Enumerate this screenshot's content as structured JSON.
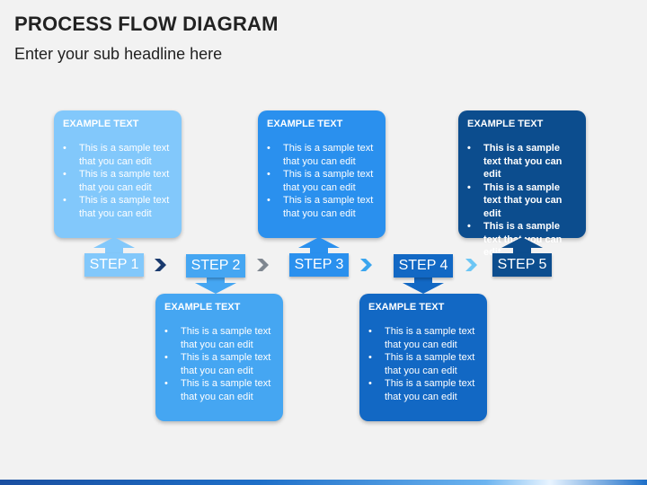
{
  "header": {
    "title": "PROCESS FLOW DIAGRAM",
    "subtitle": "Enter your sub headline here"
  },
  "colors": {
    "step1": "#7cc4fa",
    "step2": "#42a4f0",
    "step3": "#1e88e5",
    "step4": "#0d64c0",
    "step5": "#0a4a8a"
  },
  "steps": [
    {
      "label": "STEP 1"
    },
    {
      "label": "STEP 2"
    },
    {
      "label": "STEP 3"
    },
    {
      "label": "STEP 4"
    },
    {
      "label": "STEP 5"
    }
  ],
  "cards": [
    {
      "title": "EXAMPLE TEXT",
      "bullets": [
        "This is a sample text that you can edit",
        "This is a sample text that you can edit",
        "This is a sample text that you can edit"
      ]
    },
    {
      "title": "EXAMPLE TEXT",
      "bullets": [
        "This is a sample text that you can edit",
        "This is a sample text that you can edit",
        "This is a sample text that you can edit"
      ]
    },
    {
      "title": "EXAMPLE TEXT",
      "bullets": [
        "This is a sample text that you can edit",
        "This is a sample text that you can edit",
        "This is a sample text that you can edit"
      ]
    },
    {
      "title": "EXAMPLE TEXT",
      "bullets": [
        "This is a sample text that you can edit",
        "This is a sample text that you can edit",
        "This is a sample text that you can edit"
      ]
    },
    {
      "title": "EXAMPLE TEXT",
      "bullets": [
        "This is a sample text that you can edit",
        "This is a sample text that you can edit",
        "This is a sample text that you can edit"
      ]
    }
  ]
}
